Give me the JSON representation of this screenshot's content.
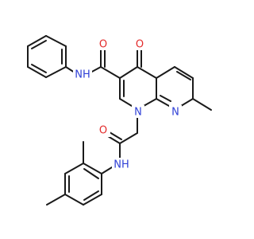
{
  "molecule": {
    "labels": {
      "o_amide_top": "O",
      "o_ketone": "O",
      "nh_top": "NH",
      "n_ring": "N",
      "n_pyridine": "N",
      "o_amide_bottom": "O",
      "nh_bottom": "NH"
    },
    "colors": {
      "oxygen": "#e32b2b",
      "nitrogen": "#2e3fd6",
      "bond": "#1a1a1a"
    }
  }
}
